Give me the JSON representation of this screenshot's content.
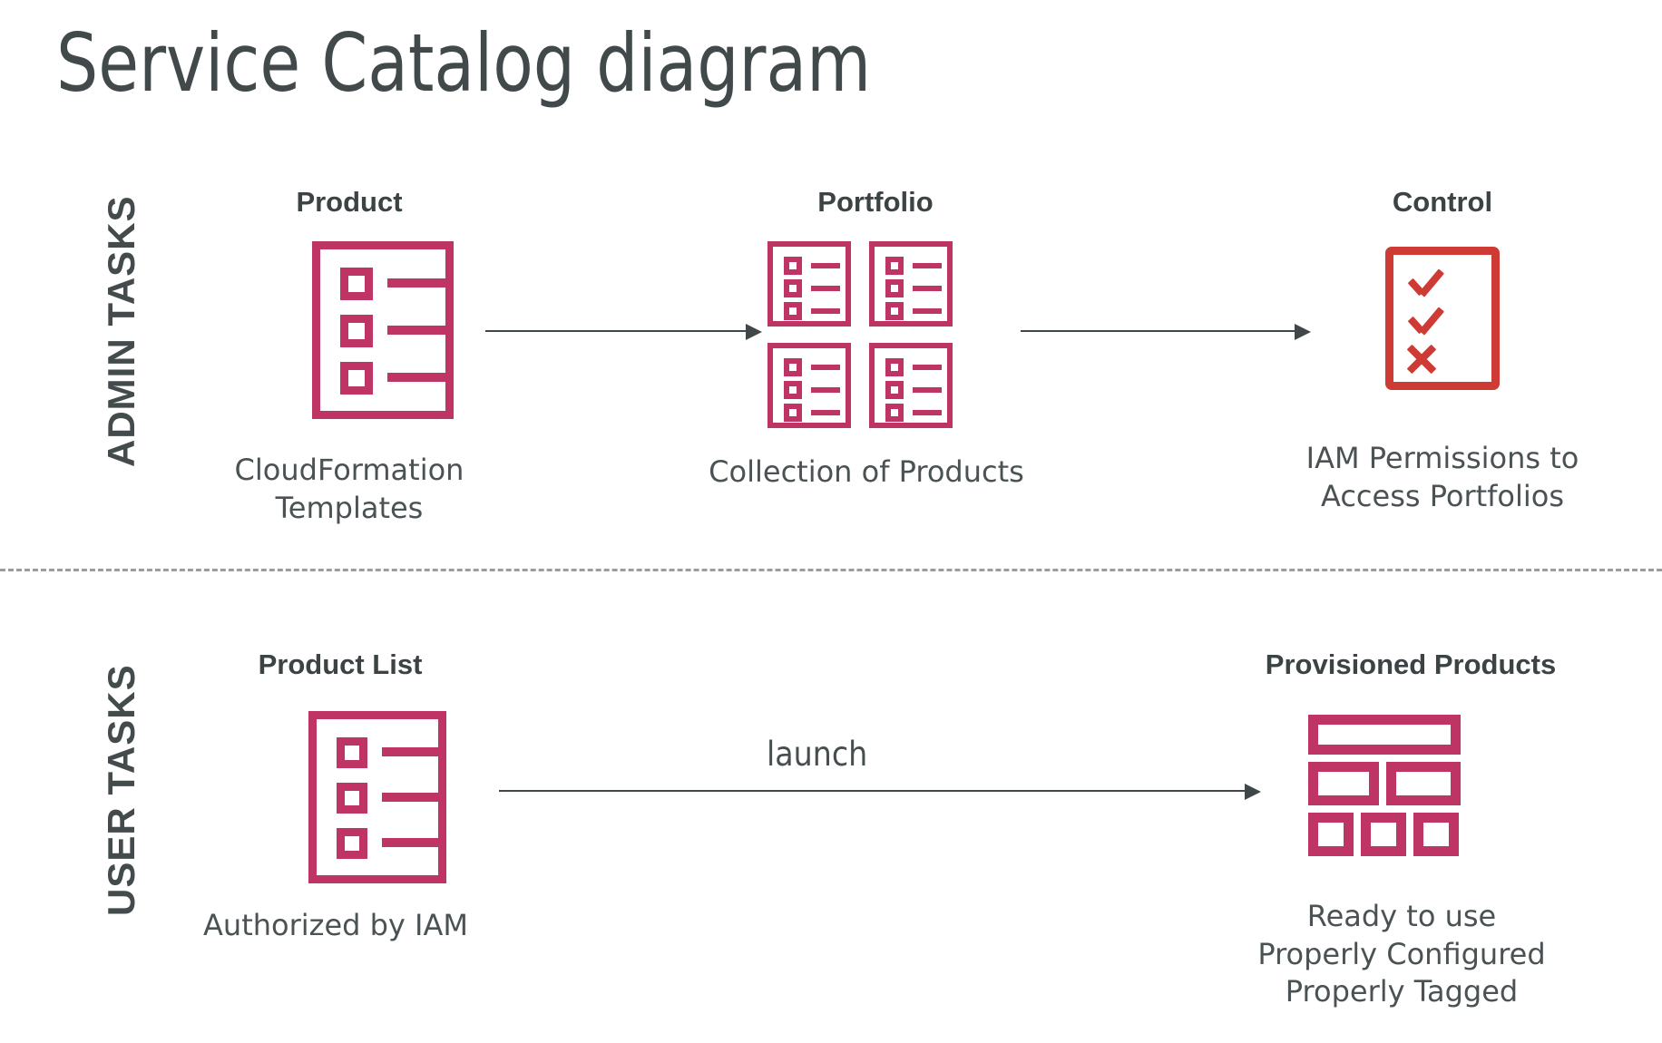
{
  "page": {
    "title": "Service Catalog diagram",
    "background_color": "#ffffff",
    "accent_color": "#be3464",
    "control_color": "#ce3a34",
    "text_color": "#41494a",
    "divider_color": "#9a9d9e"
  },
  "lanes": [
    {
      "id": "admin",
      "label": "ADMIN TASKS"
    },
    {
      "id": "user",
      "label": "USER TASKS"
    }
  ],
  "admin_row": {
    "nodes": [
      {
        "id": "product",
        "heading": "Product",
        "icon": "document-list-icon",
        "caption": "CloudFormation\nTemplates"
      },
      {
        "id": "portfolio",
        "heading": "Portfolio",
        "icon": "portfolio-grid-icon",
        "caption": "Collection of Products"
      },
      {
        "id": "control",
        "heading": "Control",
        "icon": "control-checklist-icon",
        "caption": "IAM Permissions to\nAccess Portfolios"
      }
    ],
    "arrows": [
      {
        "id": "product-to-portfolio",
        "label": ""
      },
      {
        "id": "portfolio-to-control",
        "label": ""
      }
    ]
  },
  "user_row": {
    "nodes": [
      {
        "id": "product-list",
        "heading": "Product List",
        "icon": "document-list-icon",
        "caption": "Authorized by IAM"
      },
      {
        "id": "provisioned-products",
        "heading": "Provisioned Products",
        "icon": "provisioned-blocks-icon",
        "caption": "Ready to use\nProperly Configured\nProperly Tagged"
      }
    ],
    "arrows": [
      {
        "id": "productlist-to-provisioned",
        "label": "launch"
      }
    ]
  },
  "watermark": {
    "text": ""
  }
}
